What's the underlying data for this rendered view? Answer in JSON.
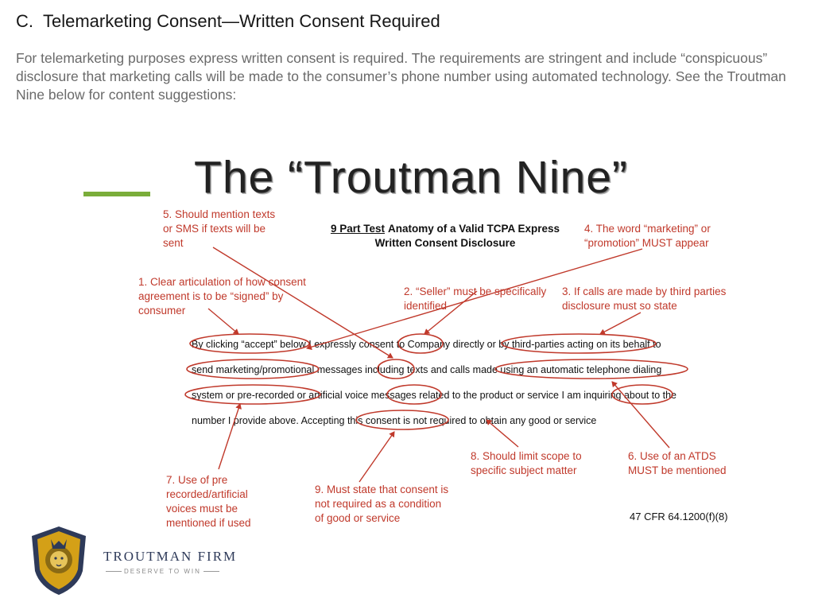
{
  "heading": {
    "letter": "C.",
    "text": "Telemarketing Consent—Written Consent Required"
  },
  "intro": "For telemarketing purposes express written consent is required. The requirements are stringent and include “conspicuous” disclosure that marketing calls will be made to the consumer’s phone number using automated technology. See the Troutman Nine below for content suggestions:",
  "figure": {
    "title": "The “Troutman Nine”",
    "subtitle_part_test": "9 Part Test",
    "subtitle_rest": "Anatomy of a Valid TCPA Express Written Consent Disclosure",
    "notes": {
      "n1": [
        "1. Clear articulation of how consent",
        "agreement is to be “signed” by",
        "consumer"
      ],
      "n2": [
        "2. “Seller” must be specifically",
        "identified"
      ],
      "n3": [
        "3. If calls are made by third parties",
        "disclosure must so state"
      ],
      "n4": [
        "4. The word “marketing” or",
        "“promotion” MUST appear"
      ],
      "n5": [
        "5. Should mention texts",
        "or SMS if texts will be",
        "sent"
      ],
      "n6": [
        "6. Use of an ATDS",
        "MUST be mentioned"
      ],
      "n7": [
        "7. Use of pre",
        "recorded/artificial",
        "voices must be",
        "mentioned if used"
      ],
      "n8": [
        "8. Should limit scope to",
        "specific subject matter"
      ],
      "n9": [
        "9. Must state that consent is",
        "not required as a condition",
        "of good or service"
      ]
    },
    "consent_lines": [
      "By clicking “accept” below I expressly consent to Company directly or by third-parties acting on its behalf to",
      "send marketing/promotional messages including texts and calls made using an automatic telephone dialing",
      "system or pre-recorded or artificial voice messages related to the product or service I am inquiring about to the",
      "number I provide above. Accepting this consent is not required to obtain any good or service"
    ],
    "citation": "47 CFR 64.1200(f)(8)"
  },
  "logo": {
    "name": "TROUTMAN FIRM",
    "tagline": "DESERVE TO WIN"
  },
  "colors": {
    "annotation": "#c0392b",
    "accent_bar": "#7aad3a",
    "logo_navy": "#2e3a59",
    "logo_gold": "#d4a017"
  }
}
